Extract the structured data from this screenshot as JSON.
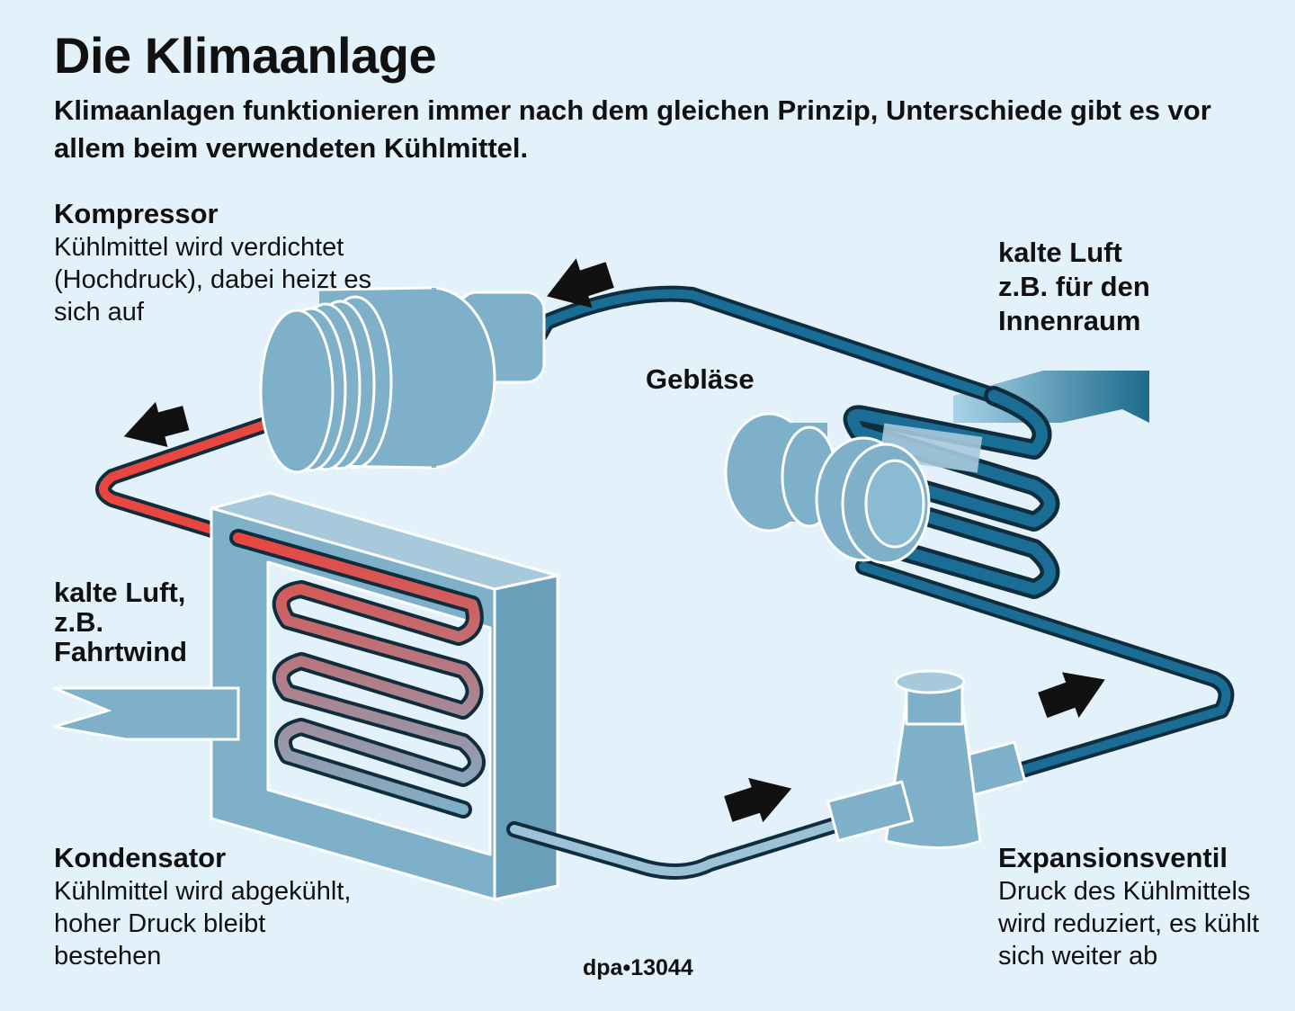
{
  "title": "Die Klimaanlage",
  "subtitle": "Klimaanlagen funktionieren immer nach dem gleichen Prinzip, Unterschiede gibt es vor allem beim verwendeten Kühlmittel.",
  "labels": {
    "kompressor": {
      "heading": "Kompressor",
      "text": "Kühlmittel wird verdichtet (Hochdruck), dabei heizt es sich auf"
    },
    "kalte_luft_innen": {
      "lines": [
        "kalte Luft",
        "z.B. für den",
        "Innenraum"
      ]
    },
    "geblaese": {
      "heading": "Gebläse"
    },
    "kalte_luft_fahrt": {
      "lines": [
        "kalte Luft,",
        "z.B.",
        "Fahrtwind"
      ]
    },
    "kondensator": {
      "heading": "Kondensator",
      "text": "Kühlmittel wird abgekühlt, hoher Druck bleibt bestehen"
    },
    "expansionsventil": {
      "heading": "Expansionsventil",
      "text": "Druck des Kühlmittels wird reduziert, es kühlt sich weiter ab"
    }
  },
  "credit": "dpa•13044",
  "colors": {
    "background": "#e3f1fa",
    "component": "#7fb0c9",
    "pipe_hot": "#e8463f",
    "pipe_cold": "#1a6e96",
    "outline": "#0f2d3d",
    "arrow": "#111111"
  }
}
